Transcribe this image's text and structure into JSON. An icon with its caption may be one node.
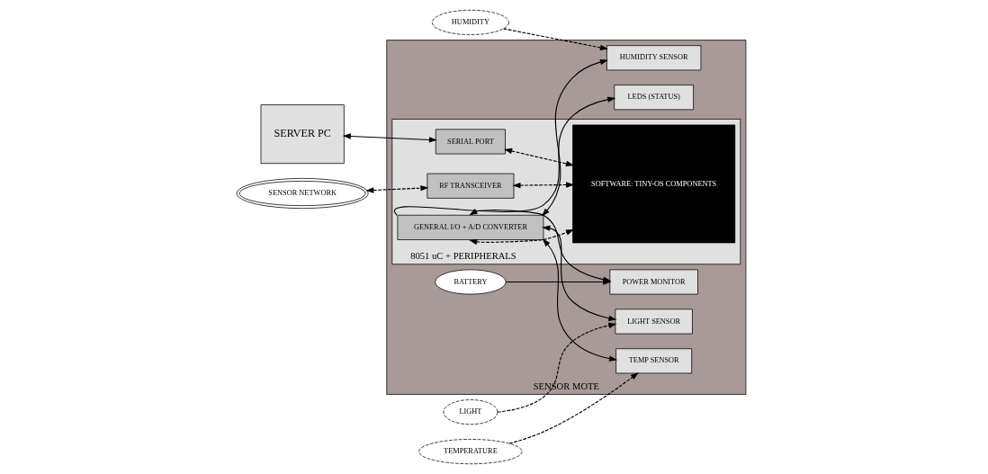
{
  "diagram": {
    "nodes": [
      {
        "text": [
          "SENSOR MOTE"
        ]
      },
      {
        "text": [
          "BATTERY"
        ],
        "in": 0
      },
      {
        "text": [
          "POWER MONITOR"
        ],
        "in": 0
      },
      {
        "text": [
          "LEDS (STATUS)"
        ],
        "in": 0
      },
      {
        "text": [
          "HUMIDITY SENSOR"
        ],
        "in": 0
      },
      {
        "text": [
          "LIGHT SENSOR"
        ],
        "in": 0
      },
      {
        "text": [
          "TEMP SENSOR"
        ],
        "in": 0
      },
      {
        "text": [
          "8051 uC + PERIPHERALS"
        ],
        "in": 0
      },
      {
        "text": [
          "SERIAL PORT"
        ],
        "in": 7
      },
      {
        "text": [
          "GENERAL I/O + A/D CONVERTER"
        ],
        "in": 7
      },
      {
        "text": [
          "RF TRANSCEIVER"
        ],
        "in": 7
      },
      {
        "text": [
          "SOFTWARE: TINY-OS COMPONENTS"
        ],
        "in": 7
      },
      {
        "text": [
          "SERVER PC"
        ]
      },
      {
        "text": [
          "SENSOR NETWORK"
        ]
      },
      {
        "text": [
          "HUMIDITY"
        ]
      },
      {
        "text": [
          "LIGHT"
        ]
      },
      {
        "text": [
          "TEMPERATURE"
        ]
      }
    ],
    "edges": [
      {
        "from": 1,
        "to": 2,
        "arrow": "to"
      },
      {
        "from": 9,
        "to": 2,
        "arrow": "both"
      },
      {
        "from": 9,
        "to": 3,
        "arrow": "to"
      },
      {
        "from": 9,
        "to": 4,
        "arrow": "both"
      },
      {
        "from": 9,
        "to": 5,
        "arrow": "both"
      },
      {
        "from": 9,
        "to": 6,
        "arrow": "both"
      },
      {
        "from": 12,
        "to": 8,
        "arrow": "both"
      },
      {
        "from": 14,
        "to": 4,
        "arrow": "to",
        "style": "dashed"
      },
      {
        "from": 15,
        "to": 5,
        "arrow": "to",
        "style": "dashed"
      },
      {
        "from": 16,
        "to": 6,
        "arrow": "to",
        "style": "dashed"
      },
      {
        "from": 13,
        "to": 10,
        "arrow": "both",
        "style": "dashed"
      },
      {
        "from": 9,
        "to": 11,
        "arrow": "both",
        "style": "dashed"
      },
      {
        "from": 8,
        "to": 11,
        "arrow": "both",
        "style": "dashed"
      },
      {
        "from": 10,
        "to": 11,
        "arrow": "both",
        "style": "dashed"
      }
    ]
  }
}
